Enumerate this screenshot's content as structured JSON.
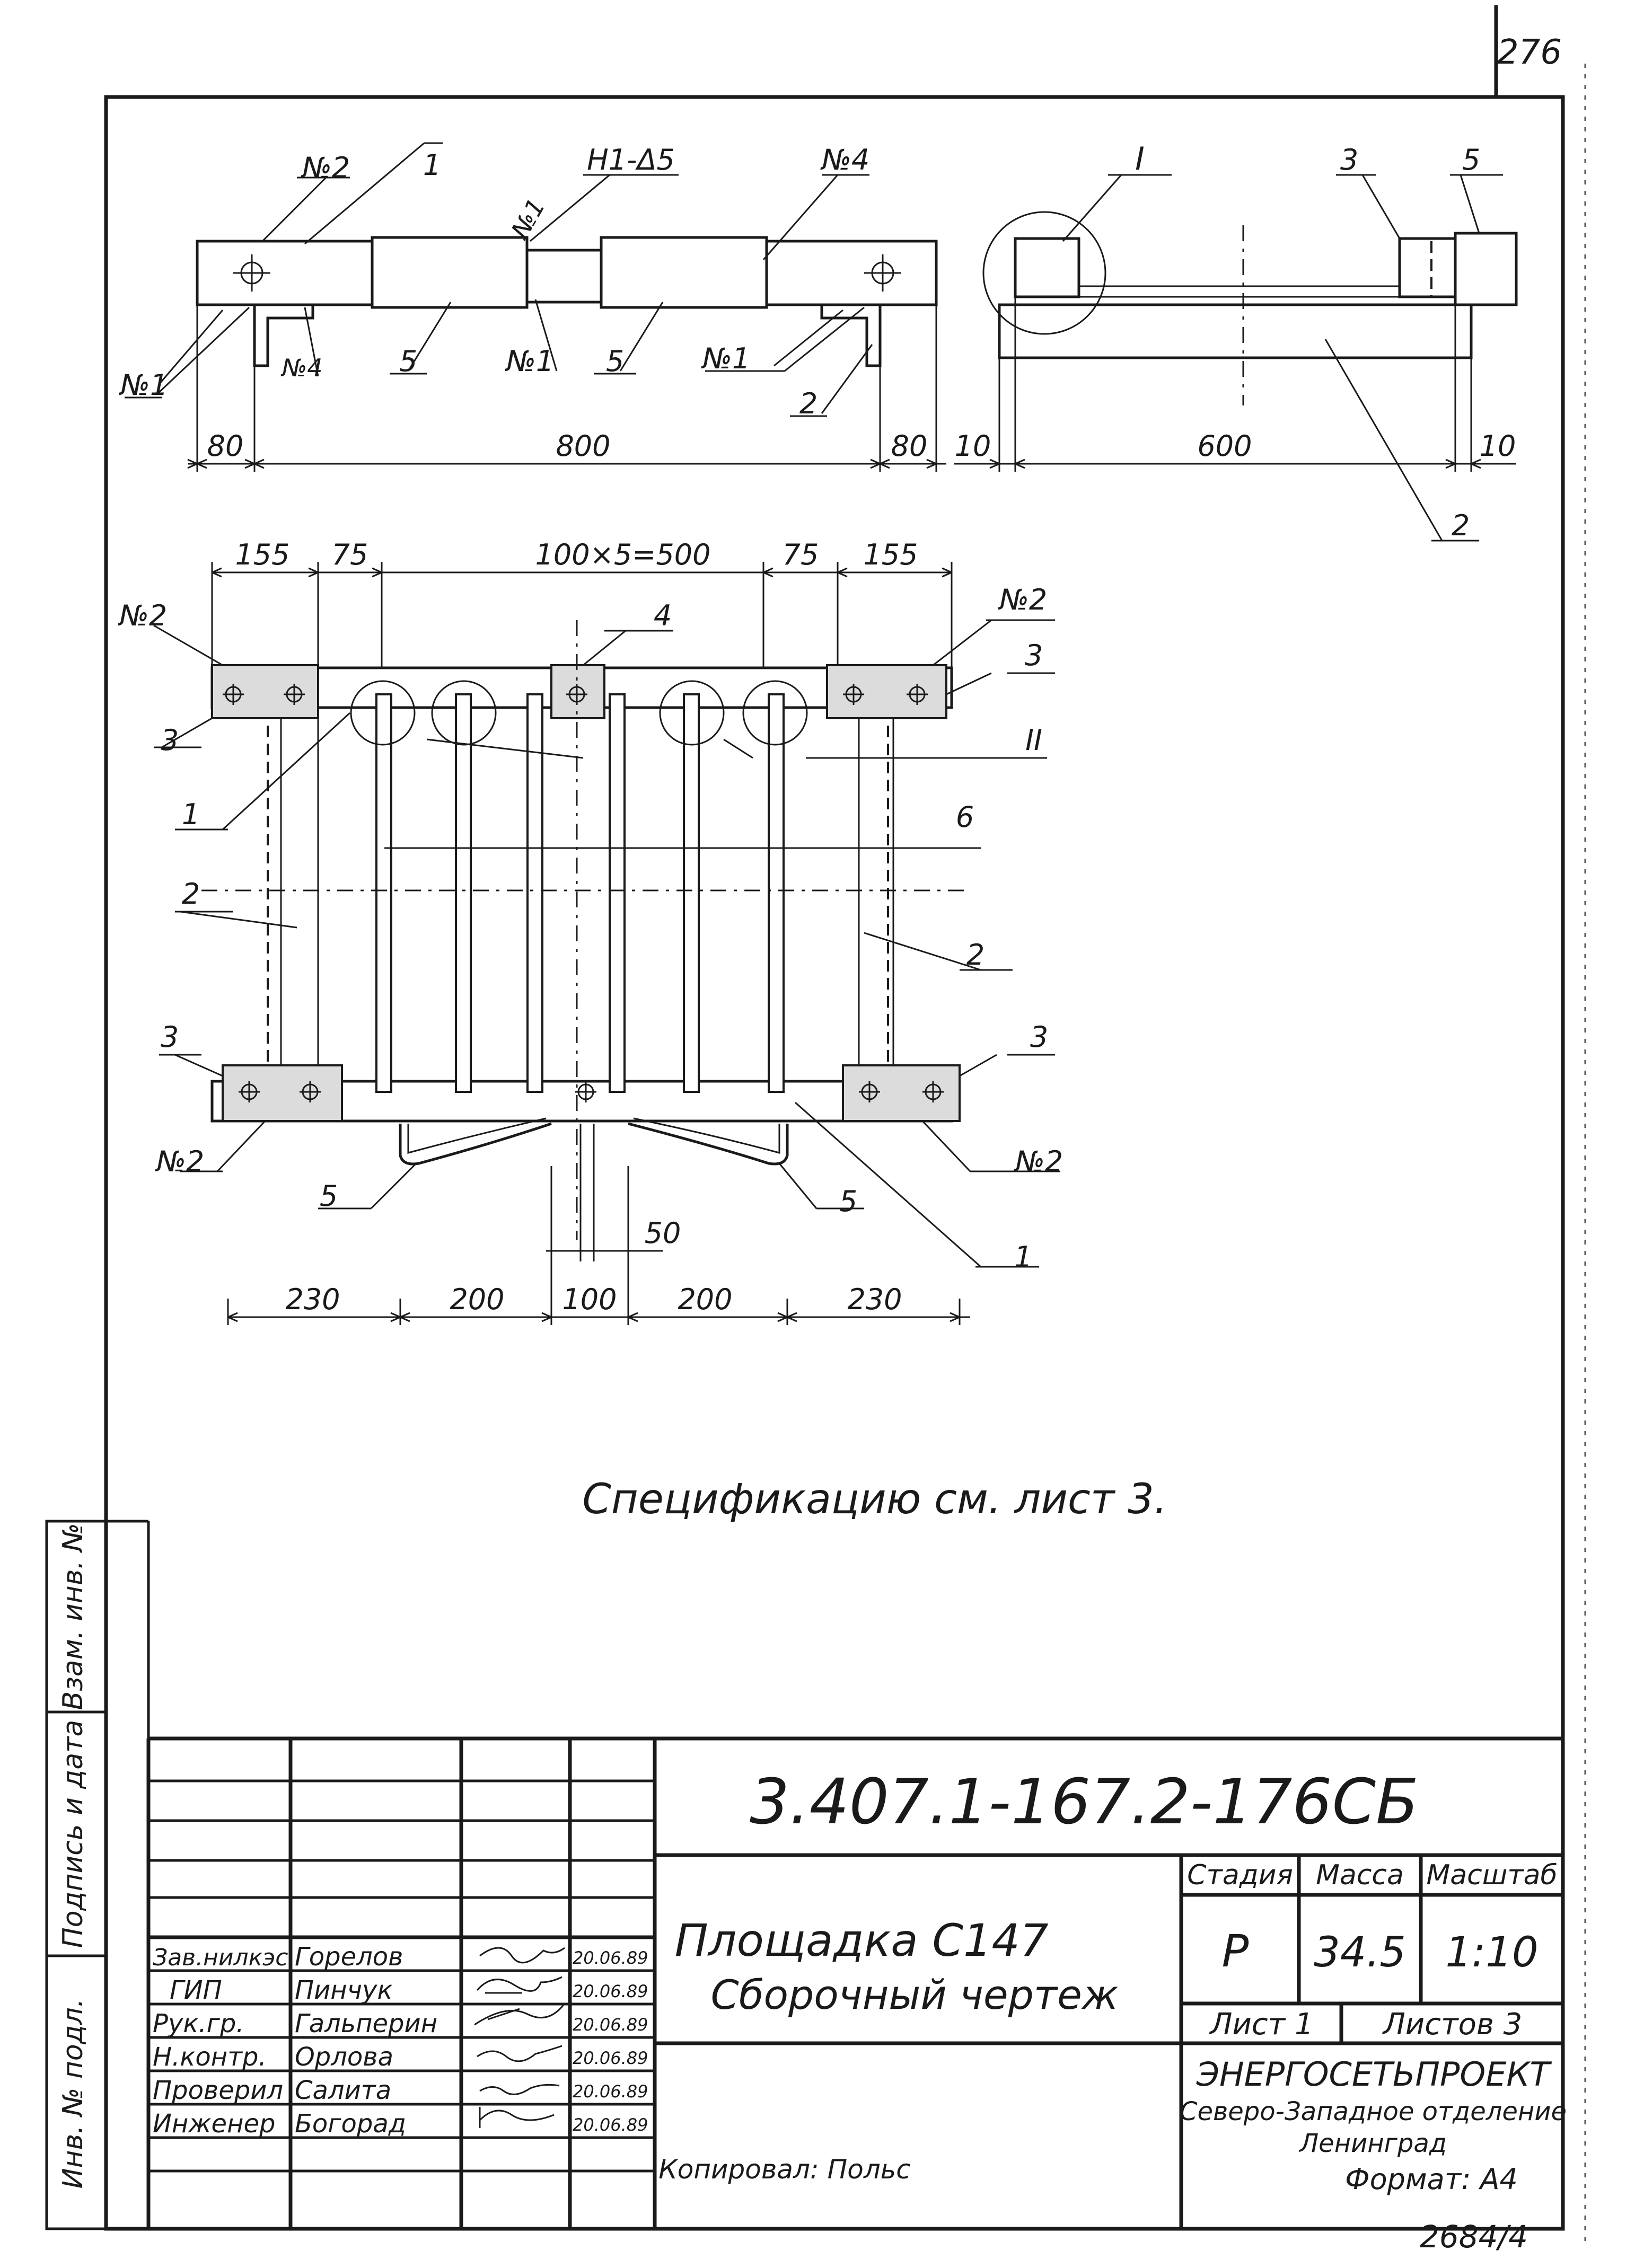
{
  "sheet_number": "276",
  "bottom_number": "2684/4",
  "front_view": {
    "labels": {
      "weld_2": "№2",
      "part_1": "1",
      "weld_tag": "Н1-Δ5",
      "weld_1a": "№1",
      "weld_4a": "№4",
      "weld_1b": "№1",
      "weld_4b": "№4",
      "part_5a": "5",
      "weld_1c": "№1",
      "part_5b": "5",
      "weld_1d": "№1",
      "part_2": "2"
    },
    "dims": {
      "left": "80",
      "middle": "800",
      "right": "80"
    }
  },
  "side_view": {
    "labels": {
      "detail_I": "I",
      "part_3": "3",
      "part_5": "5",
      "part_2": "2"
    },
    "dims": {
      "left": "10",
      "middle": "600",
      "right": "10"
    }
  },
  "plan_view": {
    "top_dims": {
      "a": "155",
      "b": "75",
      "c": "100×5=500",
      "d": "75",
      "e": "155"
    },
    "labels": {
      "weld_2_tl": "№2",
      "part_4": "4",
      "weld_2_tr": "№2",
      "part_3_tr": "3",
      "part_3_tl": "3",
      "detail_II": "II",
      "part_1_l": "1",
      "part_6": "6",
      "part_2_l": "2",
      "part_2_r": "2",
      "part_3_bl": "3",
      "part_3_br": "3",
      "weld_2_bl": "№2",
      "weld_2_br": "№2",
      "part_5_l": "5",
      "part_5_r": "5",
      "part_1_r": "1"
    },
    "small_dim": "50",
    "bottom_dims": {
      "a": "230",
      "b": "200",
      "c": "100",
      "d": "200",
      "e": "230"
    }
  },
  "spec_note": "Спецификацию см. лист 3.",
  "side_stamp": {
    "exchange_inv": "Взам. инв. №",
    "sign_date": "Подпись и дата",
    "inv_original": "Инв. № подл."
  },
  "title_block": {
    "designation": "3.407.1-167.2-176СБ",
    "title_line1": "Площадка С147",
    "title_line2": "Сборочный чертеж",
    "stage_header": "Стадия",
    "mass_header": "Масса",
    "scale_header": "Масштаб",
    "stage": "Р",
    "mass": "34.5",
    "scale": "1:10",
    "sheet_label": "Лист 1",
    "sheets_label": "Листов 3",
    "org_line1": "ЭНЕРГОСЕТЬПРОЕКТ",
    "org_line2": "Северо-Западное отделение",
    "org_line3": "Ленинград",
    "signers": [
      {
        "role": "Зав.нилкэс",
        "name": "Горелов",
        "date": "20.06.89"
      },
      {
        "role": "ГИП",
        "name": "Пинчук",
        "date": "20.06.89"
      },
      {
        "role": "Рук.гр.",
        "name": "Гальперин",
        "date": "20.06.89"
      },
      {
        "role": "Н.контр.",
        "name": "Орлова",
        "date": "20.06.89"
      },
      {
        "role": "Проверил",
        "name": "Салита",
        "date": "20.06.89"
      },
      {
        "role": "Инженер",
        "name": "Богорад",
        "date": "20.06.89"
      }
    ]
  },
  "copied_by": "Копировал: Польс",
  "format": "Формат: А4"
}
